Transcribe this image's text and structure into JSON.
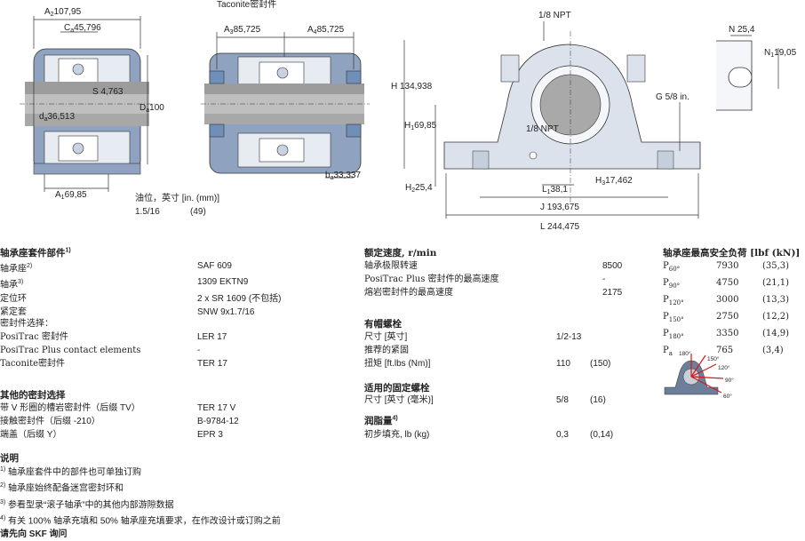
{
  "drawing": {
    "left": {
      "A2": "107,95",
      "Ca": "45,796",
      "S": "4,763",
      "da": "36,513",
      "Da": "100",
      "A1": "69,85",
      "oil_label": "油位，英寸 [in. (mm)]",
      "oil_value": "1.5/16",
      "oil_mm": "(49)"
    },
    "middle": {
      "title": "Taconite密封件",
      "A3": "85,725",
      "A4": "85,725",
      "ba": "33,337"
    },
    "right": {
      "npt_top": "1/8 NPT",
      "npt_mid": "1/8 NPT",
      "H": "134,938",
      "H1": "69,85",
      "H2": "25,4",
      "H3": "17,462",
      "L1": "38,1",
      "J": "193,675",
      "L": "244,475",
      "G": "5/8 in.",
      "N": "25,4",
      "N1": "19,05"
    }
  },
  "parts": {
    "title": "轴承座套件部件",
    "title_sup": "1)",
    "rows": [
      {
        "label": "轴承座",
        "sup": "2)",
        "value": "SAF 609"
      },
      {
        "label": "轴承",
        "sup": "3)",
        "value": "1309 EKTN9"
      },
      {
        "label": "定位环",
        "sup": "",
        "value": "2 x SR 1609     (不包括)"
      },
      {
        "label": "紧定套",
        "sup": "",
        "value": "SNW 9x1.7/16"
      }
    ],
    "seal_title": "密封件选择：",
    "seal_rows": [
      {
        "label": "PosiTrac 密封件",
        "value": "LER 17"
      },
      {
        "label": "PosiTrac Plus contact elements",
        "value": "-"
      },
      {
        "label": "Taconite密封件",
        "value": "TER 17"
      }
    ],
    "other_title": "其他的密封选择",
    "other_rows": [
      {
        "label": "带 V 形圈的槽岩密封件（后缀 TV）",
        "value": "TER 17 V"
      },
      {
        "label": "接触密封件（后缀 -210）",
        "value": "B-9784-12"
      },
      {
        "label": "端盖（后缀 Y）",
        "value": "EPR 3"
      }
    ]
  },
  "notes": {
    "title": "说明",
    "items": [
      {
        "sup": "1)",
        "text": "轴承座套件中的部件也可单独订购"
      },
      {
        "sup": "2)",
        "text": "轴承座始终配备迷宫密封环和"
      },
      {
        "sup": "3)",
        "text": "参看型录“滚子轴承”中的其他内部游隙数据"
      },
      {
        "sup": "4)",
        "text": "有关 100% 轴承充填和 50% 轴承座充填要求，在作改设计或订购之前"
      }
    ],
    "footer": "请先向 SKF 询问"
  },
  "speed": {
    "title": "额定速度, r/min",
    "rows": [
      {
        "label": "轴承极限转速",
        "value": "8500"
      },
      {
        "label": "PosiTrac Plus 密封件的最高速度",
        "value": "-"
      },
      {
        "label": "熔岩密封件的最高速度",
        "value": "2175"
      }
    ]
  },
  "cap_bolts": {
    "title": "有帽螺栓",
    "rows": [
      {
        "label": "尺寸 [英寸]",
        "value": "1/2-13",
        "value2": ""
      },
      {
        "label": "推荐的紧固",
        "value": "",
        "value2": ""
      },
      {
        "label": "扭矩 [ft.lbs (Nm)]",
        "value": "110",
        "value2": "(150)"
      }
    ]
  },
  "fix_bolts": {
    "title": "适用的固定螺栓",
    "rows": [
      {
        "label": "尺寸 [英寸 (毫米)]",
        "value": "5/8",
        "value2": "(16)"
      }
    ]
  },
  "grease": {
    "title": "润脂量",
    "title_sup": "4)",
    "rows": [
      {
        "label": "初步填充, lb (kg)",
        "value": "0,3",
        "value2": "(0,14)"
      }
    ]
  },
  "loads": {
    "title": "轴承座最高安全负荷 [lbf (kN)]",
    "rows": [
      {
        "p": "P",
        "sub": "60°",
        "value": "7930",
        "kn": "(35,3)"
      },
      {
        "p": "P",
        "sub": "90°",
        "value": "4750",
        "kn": "(21,1)"
      },
      {
        "p": "P",
        "sub": "120°",
        "value": "3000",
        "kn": "(13,3)"
      },
      {
        "p": "P",
        "sub": "150°",
        "value": "2750",
        "kn": "(12,2)"
      },
      {
        "p": "P",
        "sub": "180°",
        "value": "3350",
        "kn": "(14,9)"
      },
      {
        "p": "P",
        "sub": "a",
        "value": "765",
        "kn": "(3,4)"
      }
    ],
    "diagram": {
      "a180": "180°",
      "a150": "150°",
      "a120": "120°",
      "a90": "90°",
      "a60": "60°"
    }
  }
}
